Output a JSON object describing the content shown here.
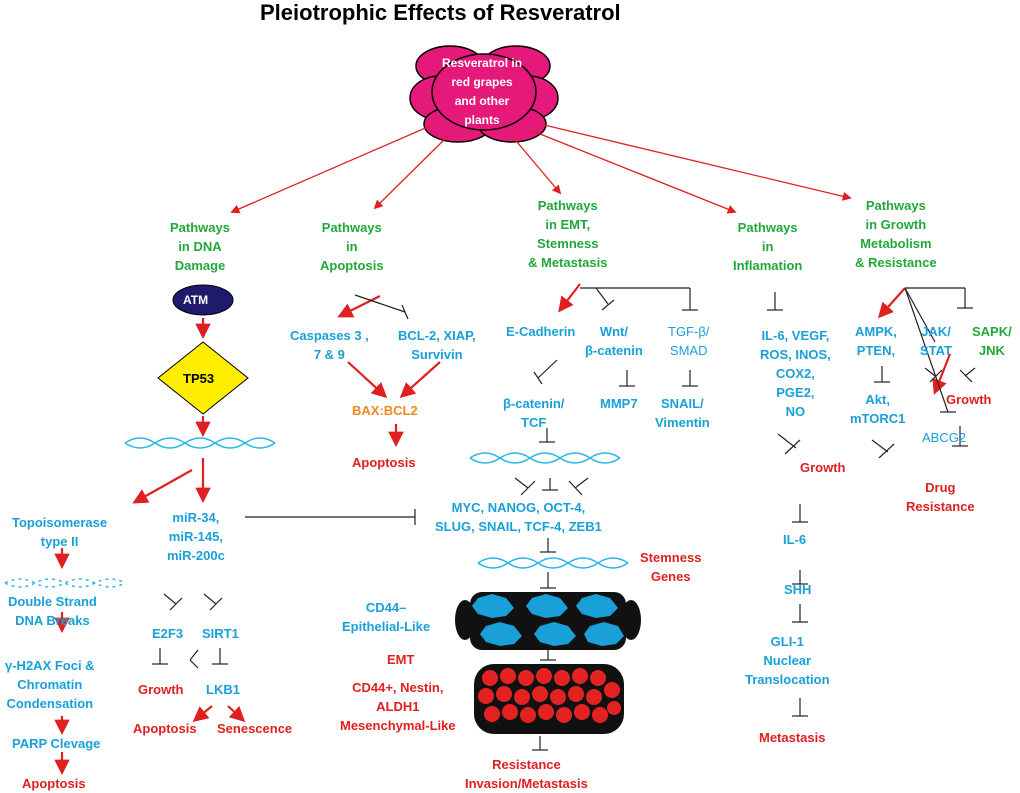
{
  "title": "Pleiotrophic Effects of Resveratrol",
  "colors": {
    "pathway_green": "#22a83a",
    "molecule_blue": "#1aa0d8",
    "outcome_red": "#e02020",
    "bax_orange": "#f08c1e",
    "cloud_magenta": "#e5197a",
    "atm_navy": "#1f1a6e",
    "tp53_yellow": "#ffee00",
    "dna_wave": "#26b5e8"
  },
  "source": "Resveratrol in\nred grapes\nand other\nplants",
  "pathways": {
    "dna_damage": "Pathways\nin DNA\nDamage",
    "apoptosis": "Pathways\nin\nApoptosis",
    "emt": "Pathways\nin EMT,\nStemness\n& Metastasis",
    "inflammation": "Pathways\nin\nInflamation",
    "growth": "Pathways\nin Growth\nMetabolism\n& Resistance"
  },
  "dna": {
    "atm": "ATM",
    "tp53": "TP53",
    "topo": "Topoisomerase\ntype II",
    "mirs": "miR-34,\nmiR-145,\nmiR-200c",
    "dsb": "Double Strand\nDNA Breaks",
    "h2ax": "γ-H2AX Foci &\nChromatin\nCondensation",
    "parp": "PARP Clevage",
    "apoptosis": "Apoptosis",
    "e2f3": "E2F3",
    "sirt1": "SIRT1",
    "growth": "Growth",
    "lkb1": "LKB1",
    "apoptosis2": "Apoptosis",
    "senescence": "Senescence"
  },
  "apop": {
    "caspases": "Caspases 3 ,\n7 & 9",
    "bcl2": "BCL-2, XIAP,\nSurvivin",
    "bax": "BAX:BCL2",
    "apoptosis": "Apoptosis"
  },
  "emt": {
    "ecad": "E-Cadherin",
    "wnt": "Wnt/\nβ-catenin",
    "tgf": "TGF-β/\nSMAD",
    "bcat": "β-catenin/\nTCF",
    "mmp7": "MMP7",
    "snail_vim": "SNAIL/\nVimentin",
    "myc": "MYC, NANOG, OCT-4,\nSLUG, SNAIL, TCF-4, ZEB1",
    "stemness": "Stemness\nGenes",
    "cd44_epi": "CD44–\nEpithelial-Like",
    "emt_label": "EMT",
    "cd44_mes": "CD44+, Nestin,\nALDH1\nMesenchymal-Like",
    "resistance": "Resistance\nInvasion/Metastasis"
  },
  "inflam": {
    "cytokines": "IL-6, VEGF,\nROS, INOS,\nCOX2,\nPGE2,\nNO",
    "growth": "Growth",
    "il6": "IL-6",
    "shh": "SHH",
    "gli1": "GLI-1\nNuclear\nTranslocation",
    "metastasis": "Metastasis"
  },
  "growth": {
    "ampk": "AMPK,\nPTEN,",
    "jak": "JAK/\nSTAT",
    "sapk": "SAPK/\nJNK",
    "akt": "Akt,\nmTORC1",
    "growth": "Growth",
    "abcg2": "ABCG2",
    "drug": "Drug\nResistance"
  }
}
